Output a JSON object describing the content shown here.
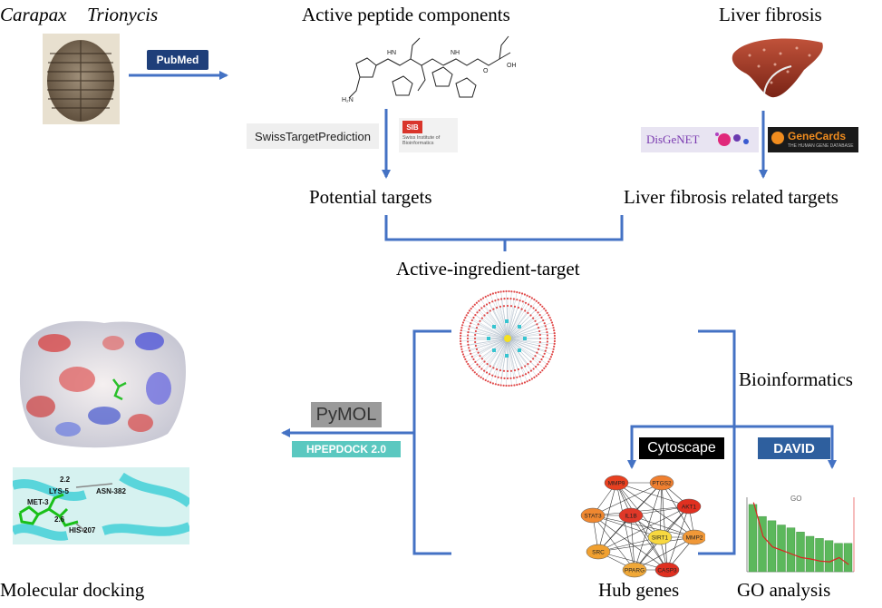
{
  "source": {
    "genus": "Carapax",
    "species": "Trionycis",
    "database_logo": "PubMed"
  },
  "top_labels": {
    "active_components": "Active peptide components",
    "liver_fibrosis": "Liver fibrosis"
  },
  "tools": {
    "swiss_target": "SwissTargetPrediction",
    "sib_logo": "SIB",
    "sib_caption": "Swiss Institute of Bioinformatics",
    "disgenet": "DisGeNET",
    "genecards": "GeneCards",
    "genecards_sub": "THE HUMAN GENE DATABASE",
    "pymol": "PyMOL",
    "hpepdock": "HPEPDOCK 2.0",
    "cytoscape": "Cytoscape",
    "david": "DAVID"
  },
  "mid_labels": {
    "potential_targets": "Potential targets",
    "fibrosis_targets": "Liver fibrosis related targets",
    "network": "Active-ingredient-target",
    "bioinformatics": "Bioinformatics"
  },
  "bottom_labels": {
    "docking": "Molecular docking",
    "hub_genes": "Hub genes",
    "go_analysis": "GO analysis"
  },
  "docking_residues": [
    "2.2",
    "LYS-5",
    "ASN-382",
    "MET-3",
    "2.6",
    "HIS-207"
  ],
  "hub_genes": [
    "MMP9",
    "PTGS2",
    "AKT1",
    "STAT3",
    "IL1B",
    "MMP2",
    "SIRT1",
    "SRC",
    "PPARG",
    "CASP3"
  ],
  "go_chart": {
    "title": "GO",
    "bars": [
      0.95,
      0.78,
      0.72,
      0.66,
      0.62,
      0.56,
      0.5,
      0.47,
      0.44,
      0.4,
      0.4
    ]
  },
  "colors": {
    "arrow": "#4472c4",
    "hpepdock_bg": "#5bc8c0",
    "david_bg": "#2e5f9e"
  }
}
